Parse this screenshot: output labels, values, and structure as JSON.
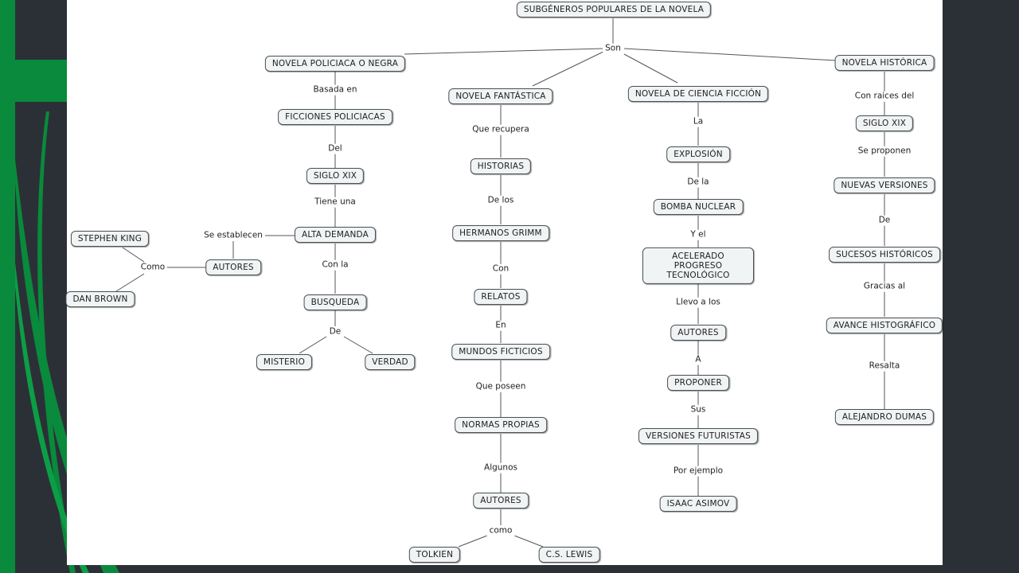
{
  "concept_map": {
    "root": "SUBGÉNEROS POPULARES DE LA NOVELA",
    "root_link": "Son",
    "branches": [
      {
        "name": "NOVELA POLICIACA O NEGRA",
        "chain": [
          {
            "link": "Basada en",
            "concept": "FICCIONES POLICIACAS"
          },
          {
            "link": "Del",
            "concept": "SIGLO XIX"
          },
          {
            "link": "Tiene una",
            "concept": "ALTA DEMANDA"
          },
          {
            "link": "Con la",
            "concept": "BUSQUEDA"
          },
          {
            "link": "De",
            "concepts": [
              "MISTERIO",
              "VERDAD"
            ]
          }
        ],
        "side": {
          "link": "Se establecen",
          "concept": "AUTORES",
          "link2": "Como",
          "examples": [
            "STEPHEN KING",
            "DAN BROWN"
          ]
        }
      },
      {
        "name": "NOVELA FANTÁSTICA",
        "chain": [
          {
            "link": "Que recupera",
            "concept": "HISTORIAS"
          },
          {
            "link": "De los",
            "concept": "HERMANOS GRIMM"
          },
          {
            "link": "Con",
            "concept": "RELATOS"
          },
          {
            "link": "En",
            "concept": "MUNDOS FICTICIOS"
          },
          {
            "link": "Que poseen",
            "concept": "NORMAS PROPIAS"
          },
          {
            "link": "Algunos",
            "concept": "AUTORES"
          },
          {
            "link": "como",
            "concepts": [
              "TOLKIEN",
              "C.S. LEWIS"
            ]
          }
        ]
      },
      {
        "name": "NOVELA DE CIENCIA FICCIÓN",
        "chain": [
          {
            "link": "La",
            "concept": "EXPLOSIÓN"
          },
          {
            "link": "De la",
            "concept": "BOMBA NUCLEAR"
          },
          {
            "link": "Y el",
            "concept": "ACELERADO PROGRESO TECNOLÓGICO"
          },
          {
            "link": "Llevo a los",
            "concept": "AUTORES"
          },
          {
            "link": "A",
            "concept": "PROPONER"
          },
          {
            "link": "Sus",
            "concept": "VERSIONES FUTURISTAS"
          },
          {
            "link": "Por ejemplo",
            "concept": "ISAAC ASIMOV"
          }
        ]
      },
      {
        "name": "NOVELA HISTÓRICA",
        "chain": [
          {
            "link": "Con raices del",
            "concept": "SIGLO XIX"
          },
          {
            "link": "Se proponen",
            "concept": "NUEVAS VERSIONES"
          },
          {
            "link": "De",
            "concept": "SUCESOS HISTÓRICOS"
          },
          {
            "link": "Gracias al",
            "concept": "AVANCE HISTOGRÁFICO"
          },
          {
            "link": "Resalta",
            "concept": "ALEJANDRO DUMAS"
          }
        ]
      }
    ]
  },
  "colors": {
    "background": "#2b3036",
    "accent_green": "#0a8a3c",
    "slide": "#ffffff",
    "node_fill": "#f1f4f5",
    "node_border": "#4a4f54",
    "link_line": "#555555"
  }
}
